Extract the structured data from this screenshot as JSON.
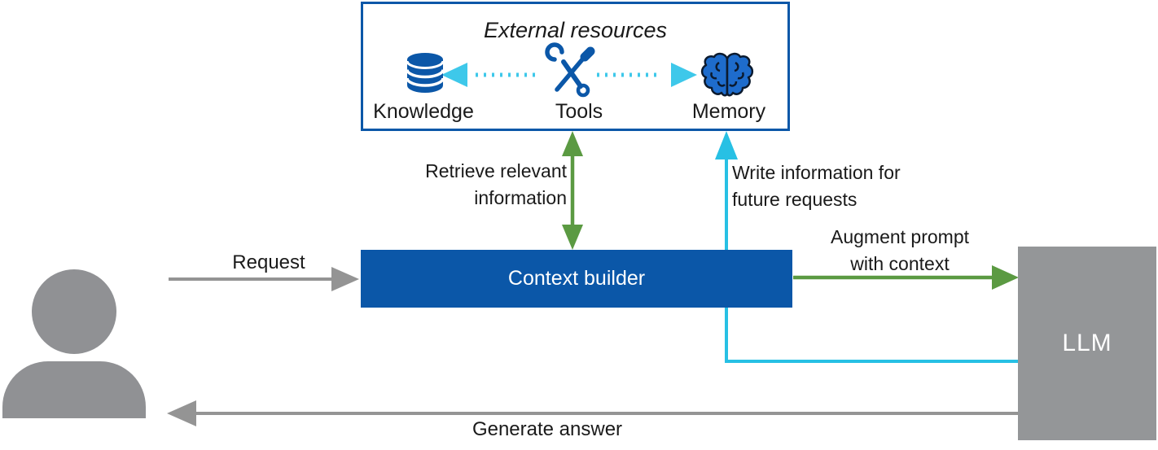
{
  "external_resources": {
    "title": "External resources",
    "items": [
      {
        "label": "Knowledge",
        "icon": "database-icon"
      },
      {
        "label": "Tools",
        "icon": "tools-icon"
      },
      {
        "label": "Memory",
        "icon": "brain-icon"
      }
    ]
  },
  "nodes": {
    "context_builder": {
      "label": "Context builder",
      "color": "#0b57a8"
    },
    "llm": {
      "label": "LLM",
      "color": "#949698"
    },
    "user": {
      "icon": "person-icon",
      "color": "#909194"
    }
  },
  "edges": {
    "request": {
      "label": "Request",
      "from": "user",
      "to": "context_builder",
      "color": "#949494"
    },
    "retrieve": {
      "line1": "Retrieve relevant",
      "line2": "information",
      "from": "context_builder",
      "to": "external_resources",
      "color": "#5b9a42",
      "style": "double-arrow"
    },
    "write": {
      "line1": "Write information for",
      "line2": "future requests",
      "from": "llm",
      "to": "memory",
      "color": "#27c0e4"
    },
    "augment": {
      "line1": "Augment prompt",
      "line2": "with context",
      "from": "context_builder",
      "to": "llm",
      "color": "#5b9a42"
    },
    "generate": {
      "label": "Generate answer",
      "from": "llm",
      "to": "user",
      "color": "#949494"
    },
    "tools_to_knowledge": {
      "style": "dotted",
      "color": "#3ec8ea"
    },
    "tools_to_memory": {
      "style": "dotted",
      "color": "#3ec8ea"
    }
  },
  "colors": {
    "blue": "#0b57a8",
    "green": "#5b9a42",
    "cyan": "#27c0e4",
    "cyan-dotted": "#3ec8ea",
    "gray-line": "#949494",
    "gray-person": "#909194",
    "gray-llm": "#949698",
    "brain-fill": "#1e6ccc",
    "brain-outline": "#0b1a2e"
  }
}
